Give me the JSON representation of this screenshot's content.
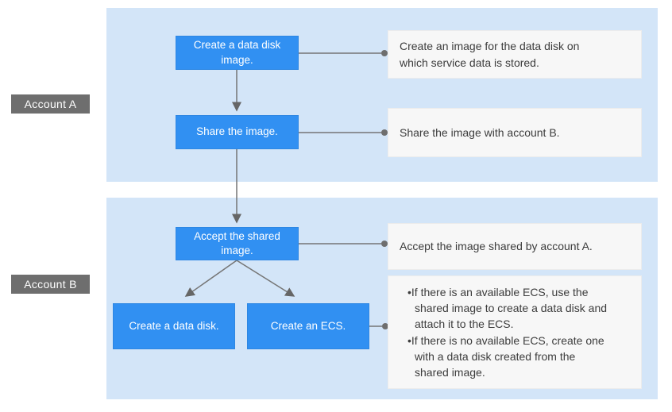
{
  "accounts": {
    "a_label": "Account A",
    "b_label": "Account B"
  },
  "nodes": {
    "create_data_disk_image": "Create a data disk image.",
    "share_image": "Share the image.",
    "accept_shared_image": "Accept the shared image.",
    "create_data_disk": "Create a data disk.",
    "create_ecs": "Create an ECS."
  },
  "descriptions": {
    "create_data_disk_image": "Create an image for the data disk on which service data is stored.",
    "share_image": "Share the image with account B.",
    "accept_shared_image": "Accept the image shared by account A.",
    "create_ecs_bullets": [
      "If there is an available ECS, use the shared image to create a data disk and attach it to the ECS.",
      "If there is no available ECS, create one with a data disk created from the shared image."
    ]
  },
  "colors": {
    "node_blue": "#3190f2",
    "panel_blue": "#d3e5f8",
    "account_label_gray": "#6e6e6e",
    "description_bg": "#f7f7f7",
    "connector_gray": "#757575",
    "text_dark": "#3c3c3c"
  }
}
